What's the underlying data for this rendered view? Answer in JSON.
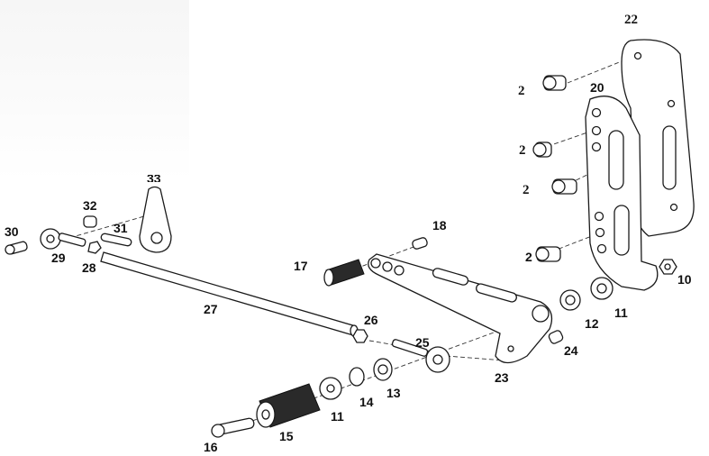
{
  "labels": {
    "l2a": "2",
    "l2b": "2",
    "l2c": "2",
    "l2d": "2",
    "l10": "10",
    "l11a": "11",
    "l11b": "11",
    "l12": "12",
    "l13": "13",
    "l14": "14",
    "l15": "15",
    "l16": "16",
    "l17": "17",
    "l18": "18",
    "l20": "20",
    "l22": "22",
    "l23": "23",
    "l24": "24",
    "l25": "25",
    "l26": "26",
    "l27": "27",
    "l28": "28",
    "l29": "29",
    "l30": "30",
    "l31": "31",
    "l32": "32",
    "l33": "33"
  }
}
